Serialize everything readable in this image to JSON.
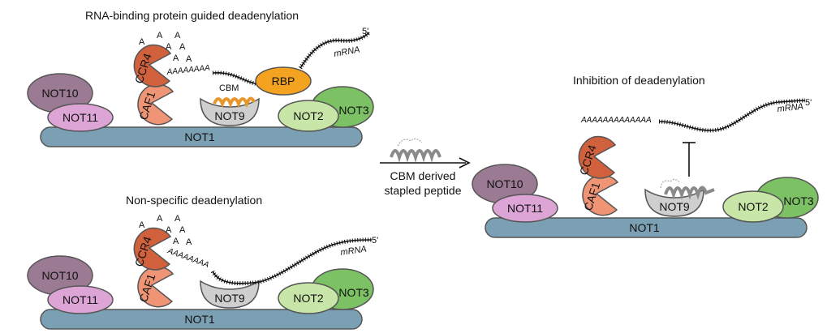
{
  "panels": {
    "top": {
      "title": "RNA-binding protein guided deadenylation",
      "not1": "NOT1",
      "not10": "NOT10",
      "not11": "NOT11",
      "ccr4": "CCR4",
      "caf1": "CAF1",
      "not9": "NOT9",
      "not2": "NOT2",
      "not3": "NOT3",
      "rbp": "RBP",
      "cbm": "CBM",
      "mrna": "mRNA",
      "five_prime": "5'",
      "poly_a": "AAAAAAAA",
      "free_a": [
        "A",
        "A",
        "A",
        "A",
        "A",
        "A",
        "A"
      ]
    },
    "bottom": {
      "title": "Non-specific deadenylation",
      "not1": "NOT1",
      "not10": "NOT10",
      "not11": "NOT11",
      "ccr4": "CCR4",
      "caf1": "CAF1",
      "not9": "NOT9",
      "not2": "NOT2",
      "not3": "NOT3",
      "mrna": "mRNA",
      "five_prime": "5'",
      "poly_a": "AAAAAAAA",
      "free_a": [
        "A",
        "A",
        "A",
        "A",
        "A",
        "A",
        "A"
      ]
    },
    "right": {
      "title": "Inhibition of deadenylation",
      "not1": "NOT1",
      "not10": "NOT10",
      "not11": "NOT11",
      "ccr4": "CCR4",
      "caf1": "CAF1",
      "not9": "NOT9",
      "not2": "NOT2",
      "not3": "NOT3",
      "mrna": "mRNA",
      "five_prime": "5'",
      "poly_a": "AAAAAAAAAAAAA"
    }
  },
  "arrow": {
    "line1": "CBM derived",
    "line2": "stapled peptide"
  },
  "colors": {
    "not1": "#7ba0b4",
    "not10": "#9b7a93",
    "not11": "#dda4d6",
    "ccr4": "#d1603c",
    "caf1": "#ef9474",
    "not9": "#cfcfcf",
    "not2": "#c8e6a8",
    "not3": "#7cc265",
    "rbp": "#f4a321",
    "cbm": "#e8962a",
    "peptide": "#8a8a8a"
  }
}
